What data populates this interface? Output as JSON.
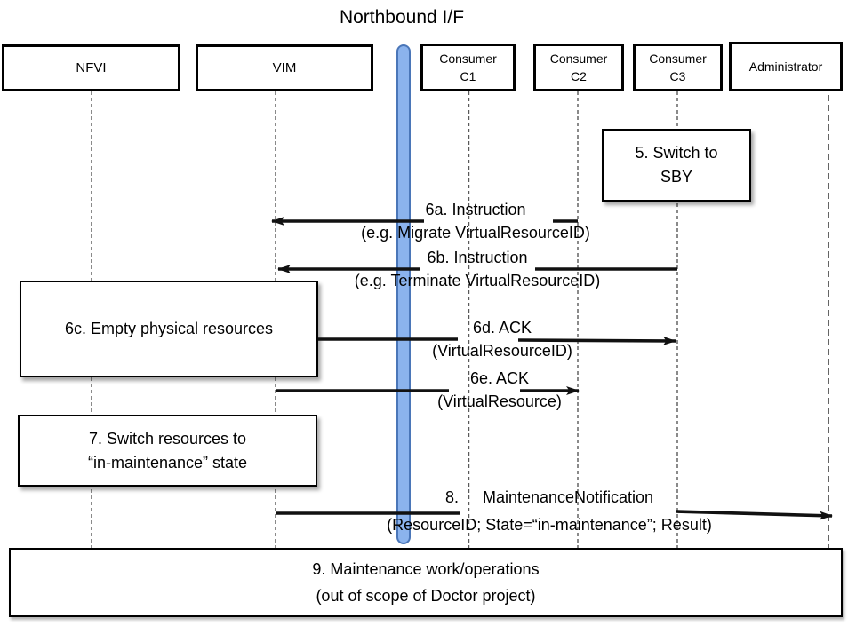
{
  "diagram": {
    "title": "Northbound I/F",
    "accent_bar_color": "#8bb3ed",
    "accent_bar_border_color": "#4a76b8",
    "lifeline_color": "#595959",
    "arrow_color": "#111111"
  },
  "actors": {
    "nfvi": {
      "label": "NFVI"
    },
    "vim": {
      "label": "VIM"
    },
    "c1": {
      "label": "Consumer",
      "sublabel": "C1"
    },
    "c2": {
      "label": "Consumer",
      "sublabel": "C2"
    },
    "c3": {
      "label": "Consumer",
      "sublabel": "C3"
    },
    "admin": {
      "label": "Administrator"
    }
  },
  "notes": {
    "n5": {
      "line1": "5. Switch to",
      "line2": "SBY"
    },
    "n6c": {
      "line1": "6c. Empty physical resources",
      "line2": ""
    },
    "n7": {
      "line1": "7. Switch resources to",
      "line2": "“in-maintenance” state"
    },
    "n9": {
      "line1": "9. Maintenance work/operations",
      "line2": "(out of scope of Doctor project)"
    }
  },
  "messages": {
    "m6a": {
      "line1": "6a. Instruction",
      "line2": "(e.g. Migrate VirtualResourceID)"
    },
    "m6b": {
      "line1": "6b. Instruction",
      "line2": "(e.g. Terminate VirtualResourceID)"
    },
    "m6d": {
      "line1": "6d. ACK",
      "line2": "(VirtualResourceID)"
    },
    "m6e": {
      "line1": "6e. ACK",
      "line2": "(VirtualResource)"
    },
    "m8": {
      "line1": "8.  MaintenanceNotification",
      "line2": "(ResourceID; State=“in-maintenance”; Result)"
    }
  }
}
